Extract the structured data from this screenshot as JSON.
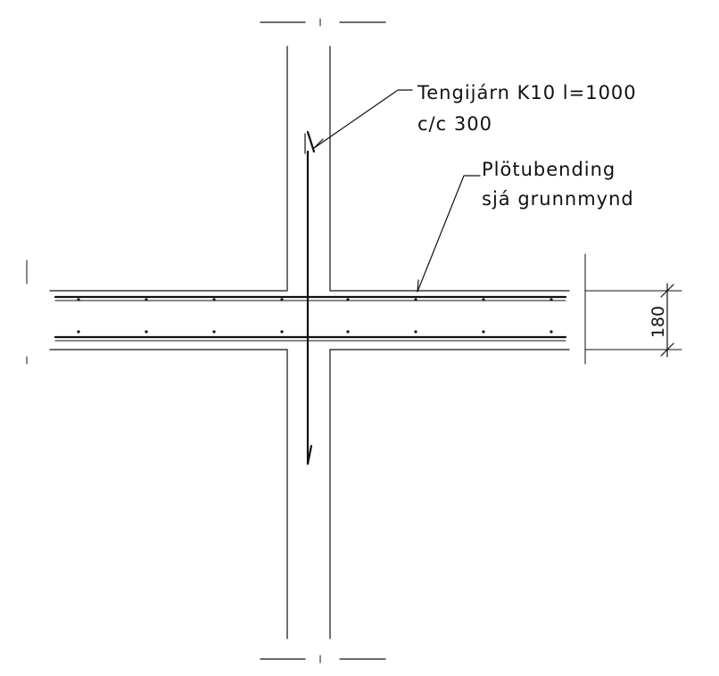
{
  "annotations": {
    "rebar_callout": {
      "line1": "Tengijárn K10 l=1000",
      "line2": "c/c 300"
    },
    "slab_callout": {
      "line1": "Plötubending",
      "line2": "sjá grunnmynd"
    }
  },
  "dimension": {
    "slab_thickness": "180"
  }
}
